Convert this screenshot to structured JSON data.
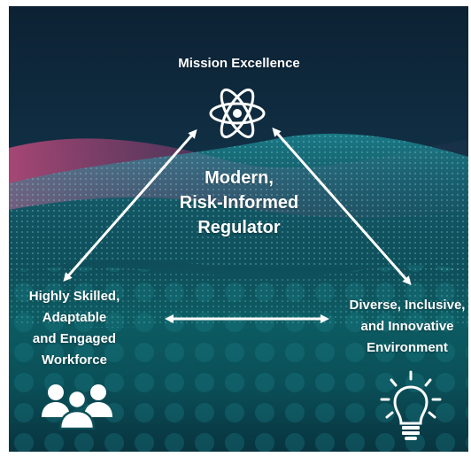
{
  "nodes": {
    "top": {
      "label": "Mission Excellence",
      "icon": "atom-icon"
    },
    "center": {
      "lines": [
        "Modern,",
        "Risk-Informed",
        "Regulator"
      ]
    },
    "left": {
      "lines": [
        "Highly Skilled,",
        "Adaptable",
        "and Engaged",
        "Workforce"
      ],
      "icon": "people-icon"
    },
    "right": {
      "lines": [
        "Diverse, Inclusive,",
        "and Innovative",
        "Environment"
      ],
      "icon": "lightbulb-icon"
    }
  },
  "colors": {
    "background_dark": "#0c2233",
    "wave_teal": "#1aa9b0",
    "wave_pink": "#b04a7a",
    "text": "#ffffff",
    "arrow": "#ffffff"
  }
}
